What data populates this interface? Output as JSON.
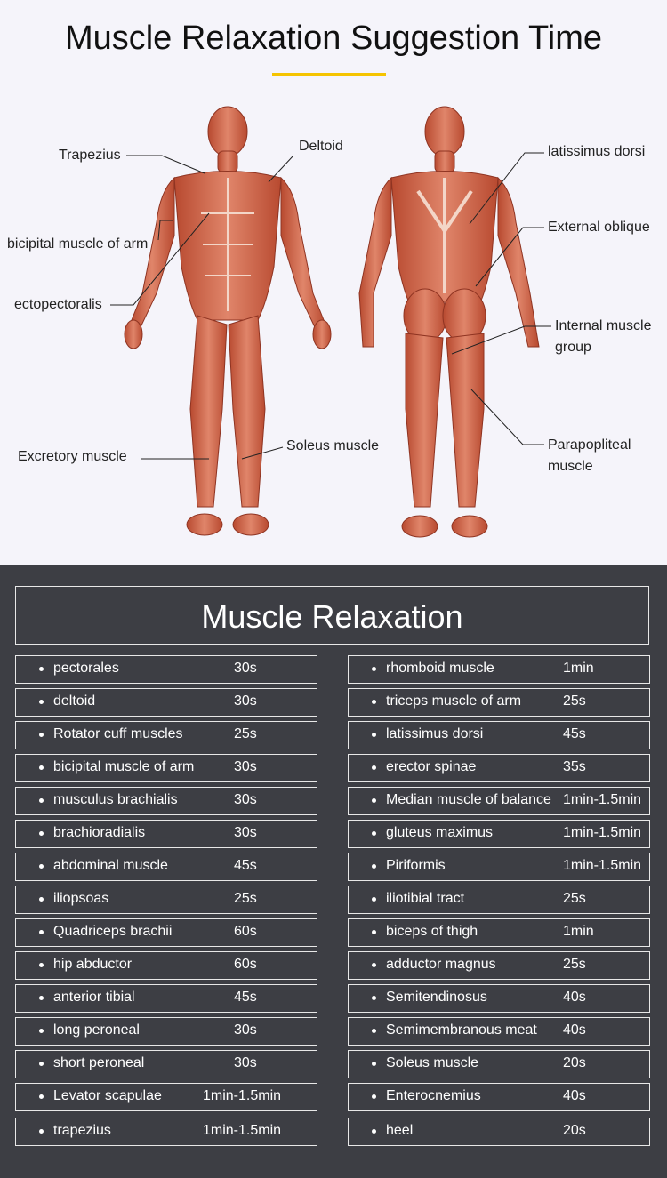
{
  "title": "Muscle Relaxation Suggestion Time",
  "labels": {
    "trapezius": "Trapezius",
    "deltoid": "Deltoid",
    "bicipital": "bicipital muscle of arm",
    "ectopectoralis": "ectopectoralis",
    "excretory": "Excretory muscle",
    "soleus": "Soleus muscle",
    "latissimus": "latissimus dorsi",
    "external_oblique": "External oblique",
    "internal_1": "Internal muscle",
    "internal_2": "group",
    "parapopliteal_1": "Parapopliteal",
    "parapopliteal_2": "muscle"
  },
  "table": {
    "heading": "Muscle Relaxation",
    "left": [
      {
        "name": "pectorales",
        "time": "30s"
      },
      {
        "name": "deltoid",
        "time": "30s"
      },
      {
        "name": "Rotator cuff muscles",
        "time": "25s"
      },
      {
        "name": "bicipital muscle of arm",
        "time": "30s"
      },
      {
        "name": "musculus brachialis",
        "time": "30s"
      },
      {
        "name": "brachioradialis",
        "time": "30s"
      },
      {
        "name": "abdominal muscle",
        "time": "45s"
      },
      {
        "name": "iliopsoas",
        "time": "25s"
      },
      {
        "name": "Quadriceps brachii",
        "time": "60s"
      },
      {
        "name": "hip abductor",
        "time": "60s"
      },
      {
        "name": "anterior tibial",
        "time": "45s"
      },
      {
        "name": "long peroneal",
        "time": "30s"
      },
      {
        "name": "short peroneal",
        "time": "30s"
      },
      {
        "name": "Levator scapulae",
        "time": "1min-1.5min"
      },
      {
        "name": "trapezius",
        "time": "1min-1.5min"
      }
    ],
    "right": [
      {
        "name": "rhomboid muscle",
        "time": "1min"
      },
      {
        "name": "triceps muscle of arm",
        "time": "25s"
      },
      {
        "name": "latissimus dorsi",
        "time": "45s"
      },
      {
        "name": "erector spinae",
        "time": "35s"
      },
      {
        "name": "Median muscle of balance",
        "time": "1min-1.5min"
      },
      {
        "name": "gluteus maximus",
        "time": "1min-1.5min"
      },
      {
        "name": "Piriformis",
        "time": "1min-1.5min"
      },
      {
        "name": "iliotibial tract",
        "time": "25s"
      },
      {
        "name": "biceps of thigh",
        "time": "1min"
      },
      {
        "name": "adductor magnus",
        "time": "25s"
      },
      {
        "name": "Semitendinosus",
        "time": "40s"
      },
      {
        "name": "Semimembranous meat",
        "time": "40s"
      },
      {
        "name": "Soleus muscle",
        "time": "20s"
      },
      {
        "name": "Enterocnemius",
        "time": "40s"
      },
      {
        "name": "heel",
        "time": "20s"
      }
    ]
  }
}
